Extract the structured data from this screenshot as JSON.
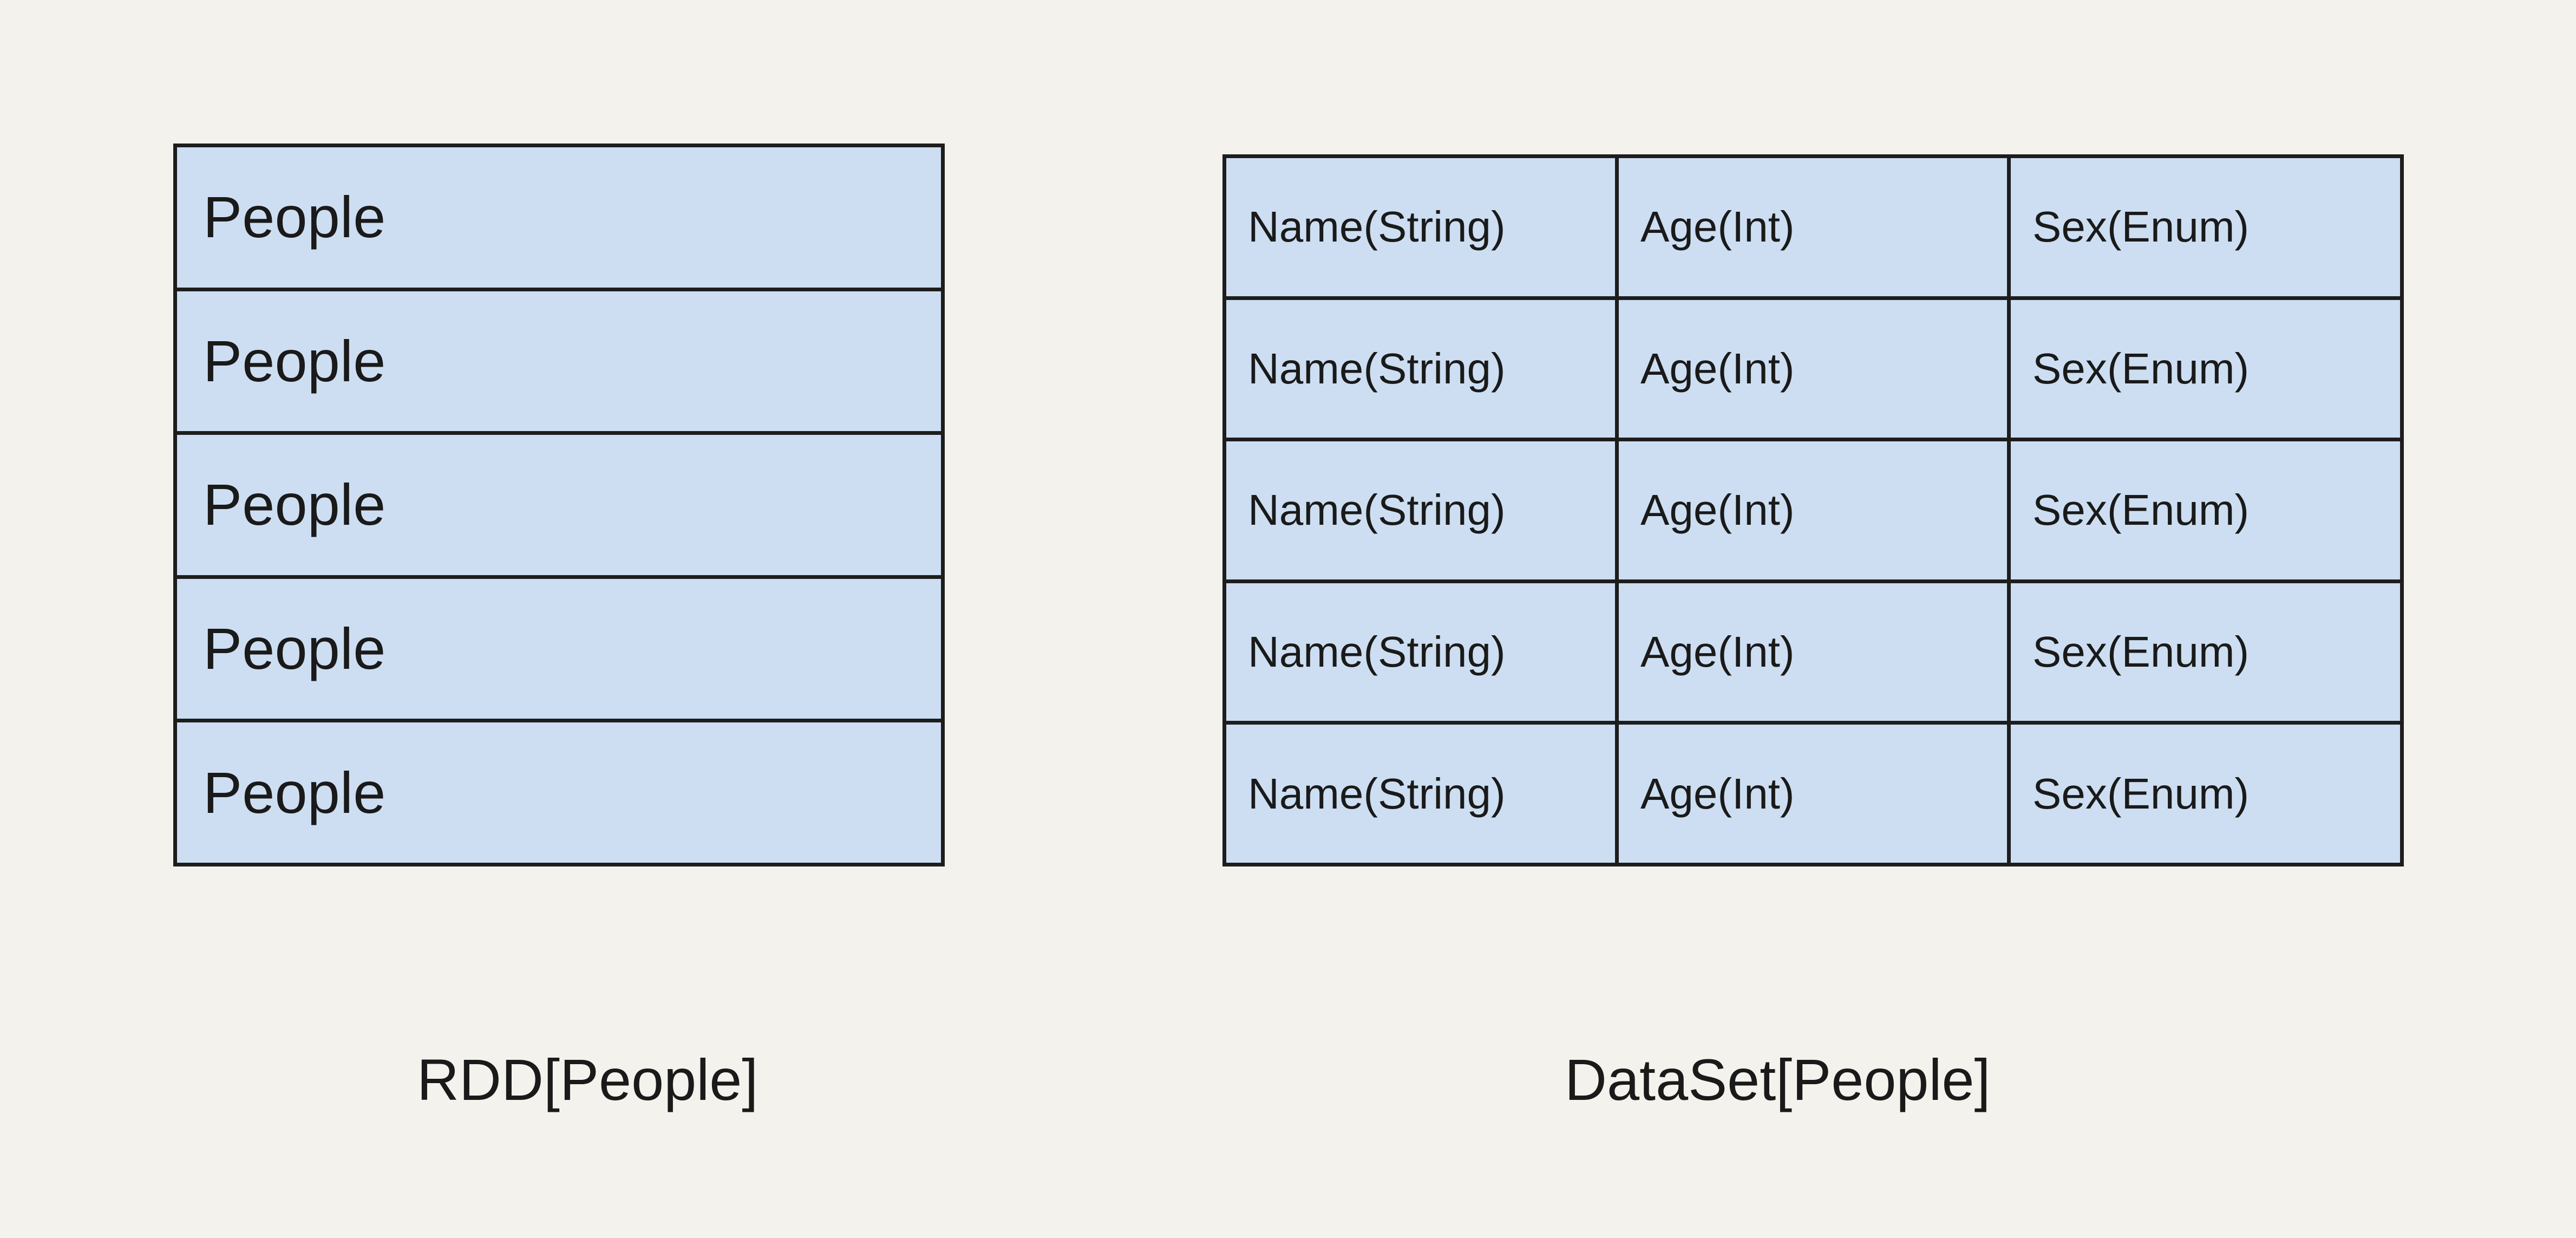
{
  "diagram": {
    "background_color": "#f4f2ed",
    "cell_fill_color": "#cddef2",
    "border_color": "#1d1d1d",
    "text_color": "#1a1a1a"
  },
  "rdd": {
    "caption": "RDD[People]",
    "rows": [
      {
        "cells": [
          "People"
        ]
      },
      {
        "cells": [
          "People"
        ]
      },
      {
        "cells": [
          "People"
        ]
      },
      {
        "cells": [
          "People"
        ]
      },
      {
        "cells": [
          "People"
        ]
      }
    ]
  },
  "dataset": {
    "caption": "DataSet[People]",
    "rows": [
      {
        "cells": [
          "Name(String)",
          "Age(Int)",
          "Sex(Enum)"
        ]
      },
      {
        "cells": [
          "Name(String)",
          "Age(Int)",
          "Sex(Enum)"
        ]
      },
      {
        "cells": [
          "Name(String)",
          "Age(Int)",
          "Sex(Enum)"
        ]
      },
      {
        "cells": [
          "Name(String)",
          "Age(Int)",
          "Sex(Enum)"
        ]
      },
      {
        "cells": [
          "Name(String)",
          "Age(Int)",
          "Sex(Enum)"
        ]
      }
    ]
  }
}
